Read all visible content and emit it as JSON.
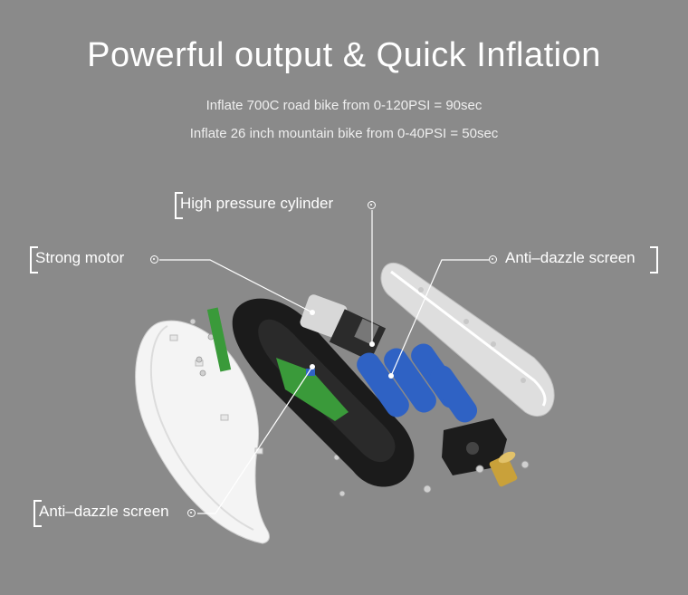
{
  "heading": "Powerful output & Quick Inflation",
  "specs": [
    "Inflate 700C road bike from 0-120PSI = 90sec",
    "Inflate 26 inch mountain bike from 0-40PSI = 50sec"
  ],
  "callouts": {
    "cylinder": "High pressure cylinder",
    "motor": "Strong motor",
    "screen_right": "Anti–dazzle screen",
    "screen_left": "Anti–dazzle screen"
  },
  "colors": {
    "background": "#8a8a8a",
    "battery": "#2f62c4",
    "frame": "#1b1b1b",
    "shell": "#f4f4f4",
    "pcb": "#3a9a3a",
    "valve": "#c9a13a"
  }
}
